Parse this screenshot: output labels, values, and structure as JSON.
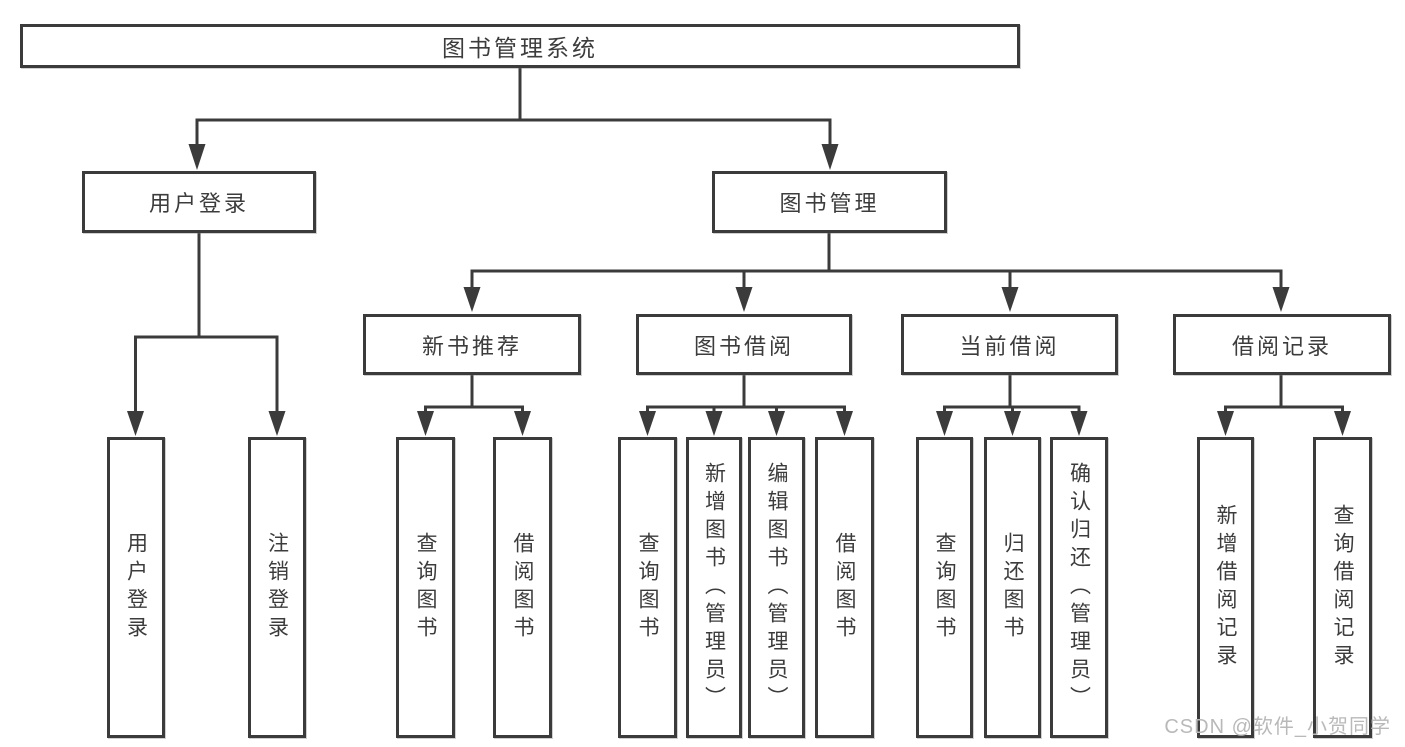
{
  "diagram": {
    "root": {
      "label": "图书管理系统"
    },
    "level2": [
      {
        "label": "用户登录",
        "children": [
          {
            "label": "用户登录"
          },
          {
            "label": "注销登录"
          }
        ]
      },
      {
        "label": "图书管理",
        "children": [
          {
            "label": "新书推荐",
            "children": [
              {
                "label": "查询图书"
              },
              {
                "label": "借阅图书"
              }
            ]
          },
          {
            "label": "图书借阅",
            "children": [
              {
                "label": "查询图书"
              },
              {
                "label": "新增图书（管理员）"
              },
              {
                "label": "编辑图书（管理员）"
              },
              {
                "label": "借阅图书"
              }
            ]
          },
          {
            "label": "当前借阅",
            "children": [
              {
                "label": "查询图书"
              },
              {
                "label": "归还图书"
              },
              {
                "label": "确认归还（管理员）"
              }
            ]
          },
          {
            "label": "借阅记录",
            "children": [
              {
                "label": "新增借阅记录"
              },
              {
                "label": "查询借阅记录"
              }
            ]
          }
        ]
      }
    ]
  },
  "watermark": "CSDN @软件_小贺同学",
  "colors": {
    "line": "#3b3b3b",
    "box_border": "#3b3b3b",
    "text": "#3c3c3c",
    "watermark_text": "#b9b9b9",
    "background": "#ffffff"
  }
}
